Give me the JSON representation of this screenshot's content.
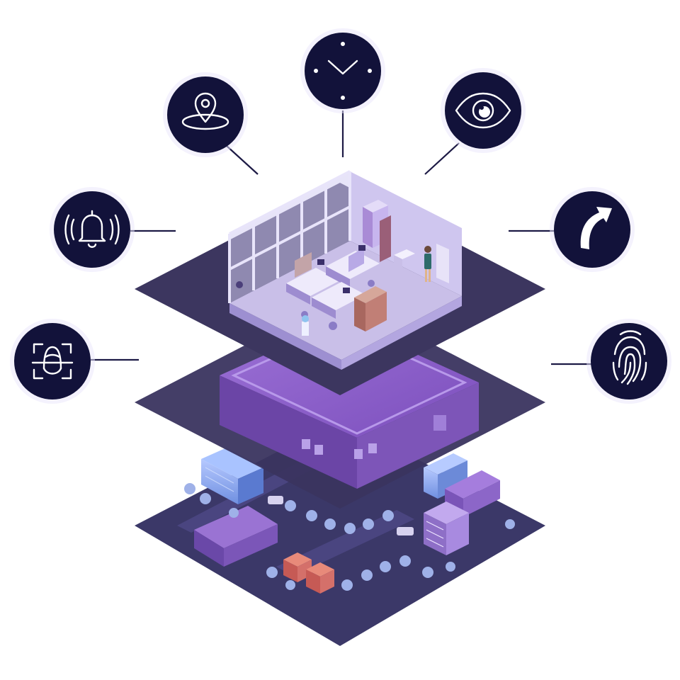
{
  "diagram": {
    "layers": [
      "office-floor",
      "building",
      "city-block"
    ],
    "nodes": [
      {
        "id": "face-recognition",
        "icon": "face-scan-icon"
      },
      {
        "id": "alarm",
        "icon": "alarm-bell-icon"
      },
      {
        "id": "location",
        "icon": "location-pin-icon"
      },
      {
        "id": "time",
        "icon": "clock-icon"
      },
      {
        "id": "surveillance",
        "icon": "eye-icon"
      },
      {
        "id": "forward",
        "icon": "curved-arrow-icon"
      },
      {
        "id": "fingerprint",
        "icon": "fingerprint-icon"
      }
    ]
  },
  "colors": {
    "node": "#12123a",
    "plate": "#3d3866",
    "plate_top": "#4a4178",
    "building": "#8a5cc4",
    "building_side": "#5a3a8e",
    "accent": "#a88be0",
    "glass": "#8fb3f0"
  }
}
